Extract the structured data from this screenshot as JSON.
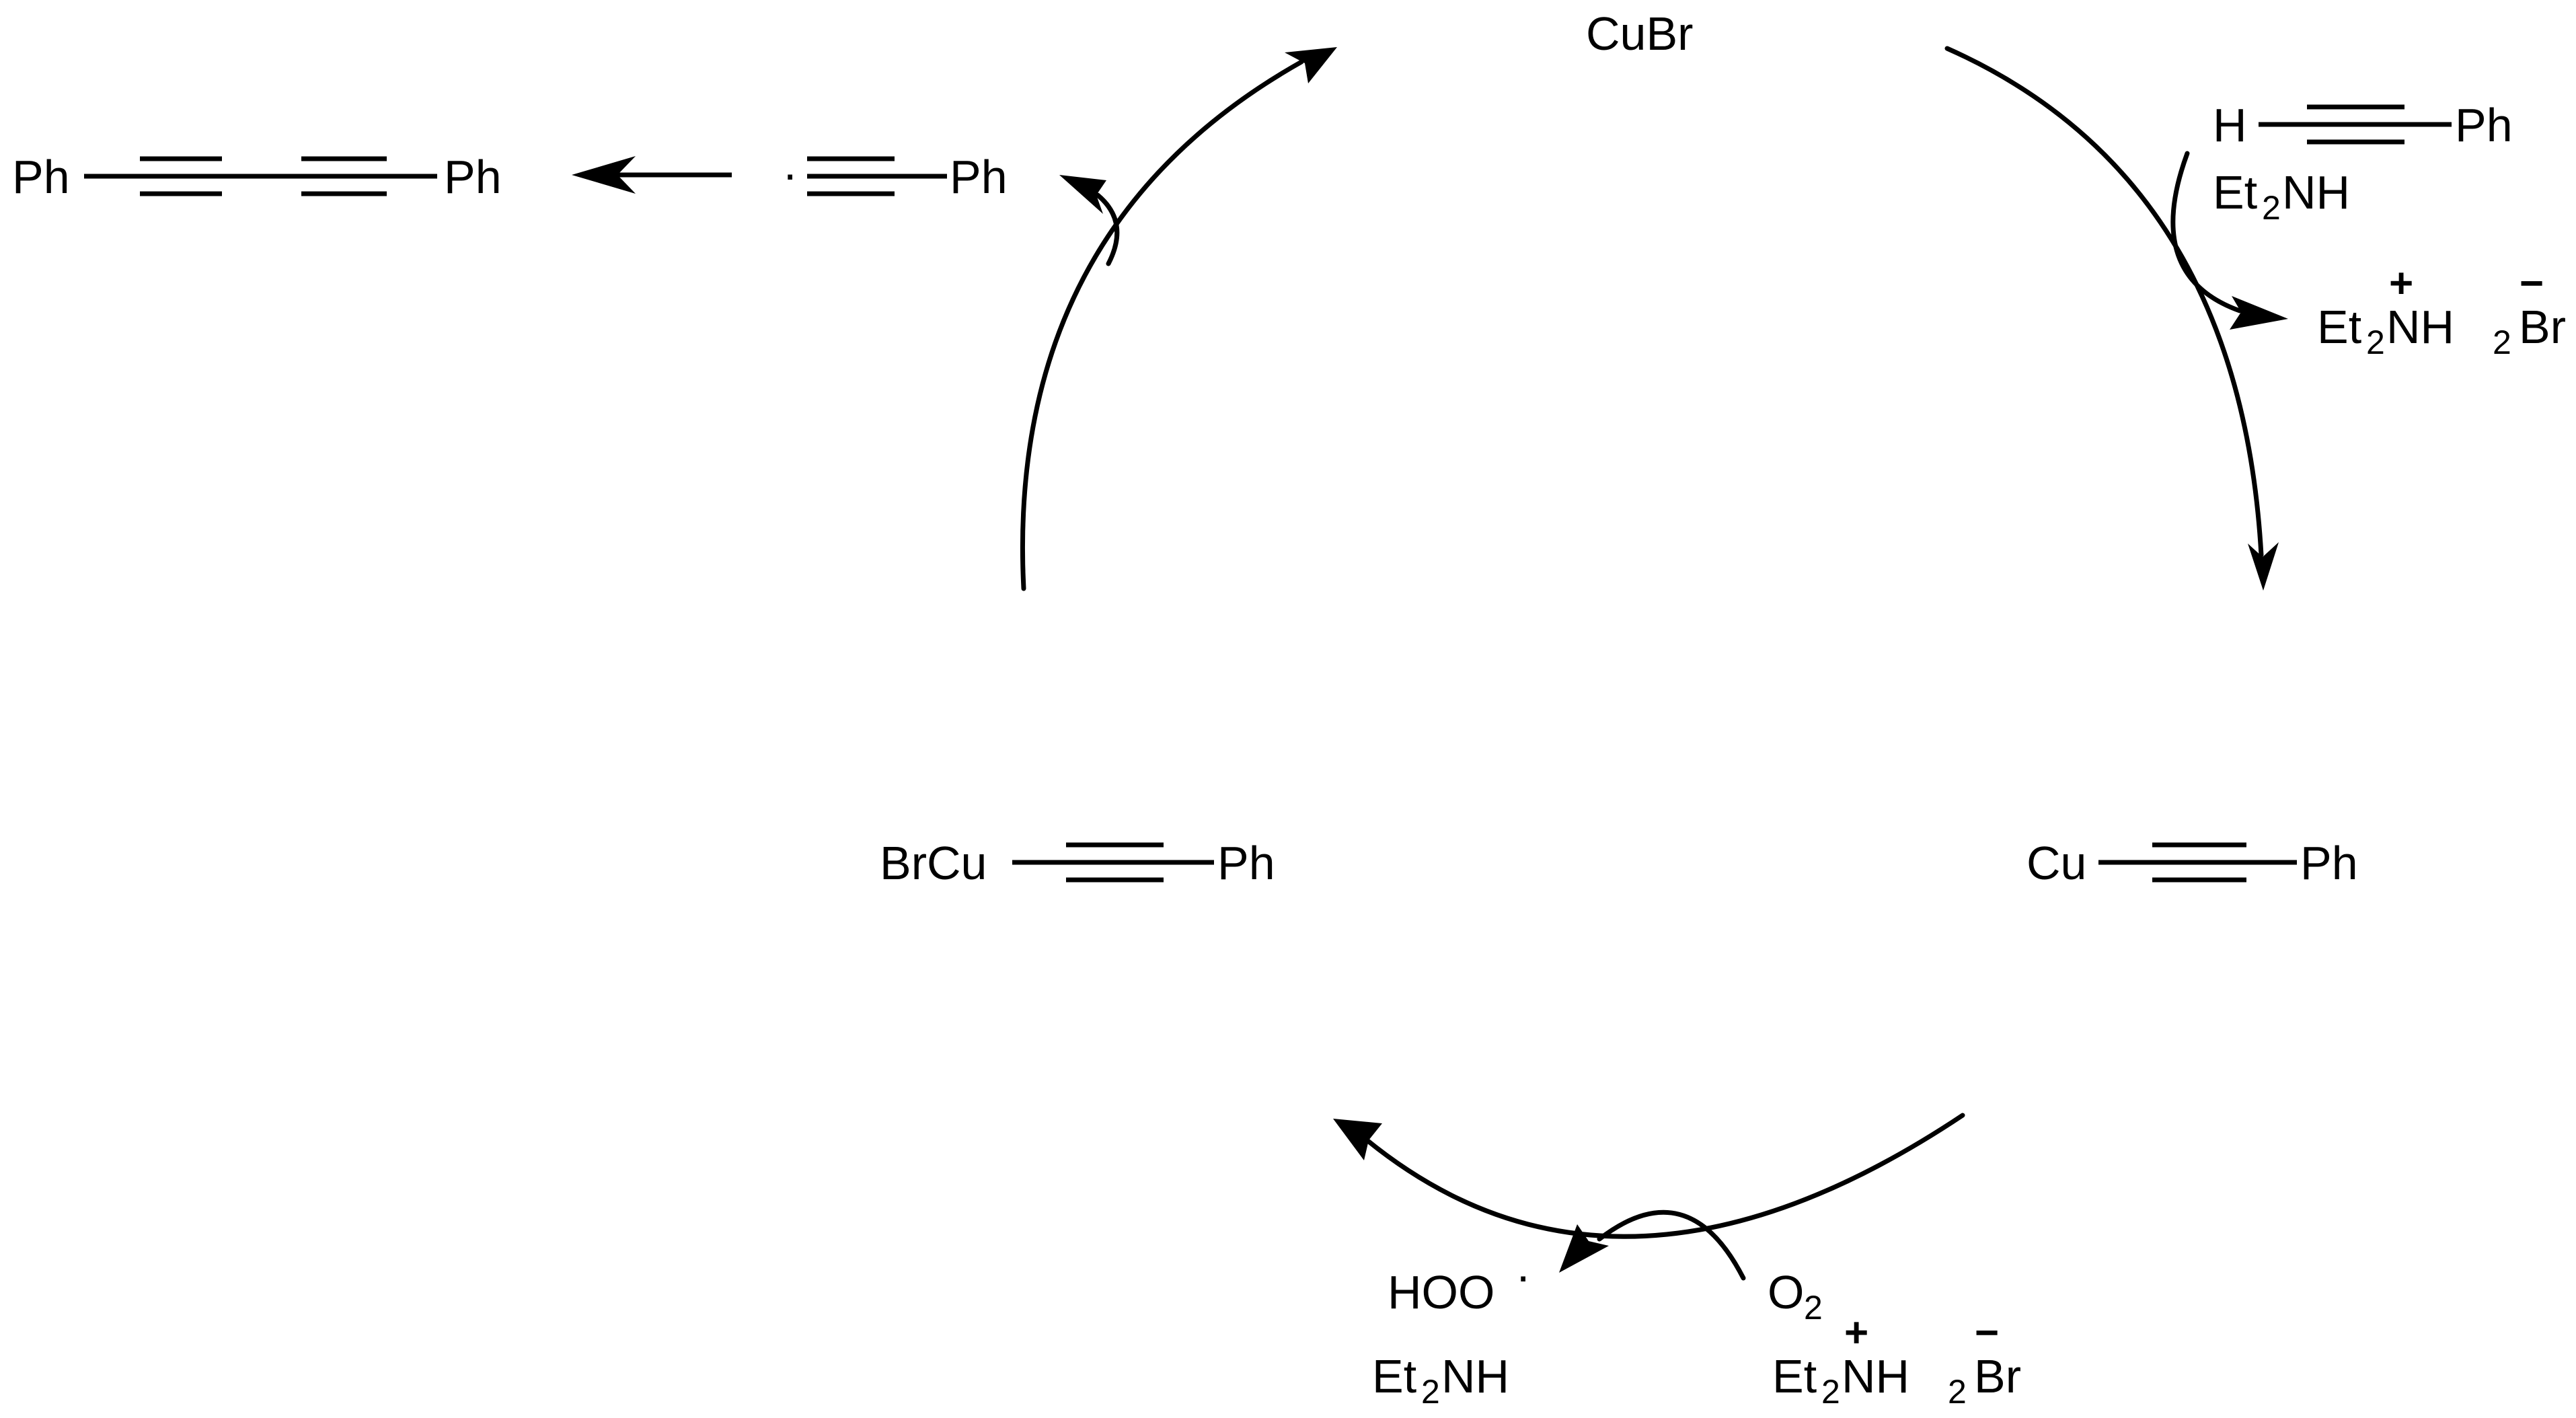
{
  "diagram": {
    "labels": {
      "catalyst": "CuBr",
      "alkyne_h": "H",
      "alkyne_ph": "Ph",
      "base_et": "Et",
      "base_sub": "2",
      "base_nh": "NH",
      "salt_et": "Et",
      "salt_sub": "2",
      "salt_nh": "NH",
      "salt_h2": "2",
      "salt_plus": "+",
      "salt_minus": "−",
      "salt_br": "Br",
      "cu_acetylide_cu": "Cu",
      "cu_acetylide_ph": "Ph",
      "brcu_acetylide_brcu": "BrCu",
      "brcu_acetylide_ph": "Ph",
      "radical_dot": "·",
      "radical_ph": "Ph",
      "diyne_ph_left": "Ph",
      "diyne_ph_right": "Ph",
      "hoo": "HOO",
      "hoo_dot": "·",
      "amine_et": "Et",
      "amine_sub": "2",
      "amine_nh": "NH",
      "o2_o": "O",
      "o2_sub": "2",
      "salt2_et": "Et",
      "salt2_sub": "2",
      "salt2_nh": "NH",
      "salt2_h2": "2",
      "salt2_plus": "+",
      "salt2_minus": "−",
      "salt2_br": "Br"
    }
  }
}
